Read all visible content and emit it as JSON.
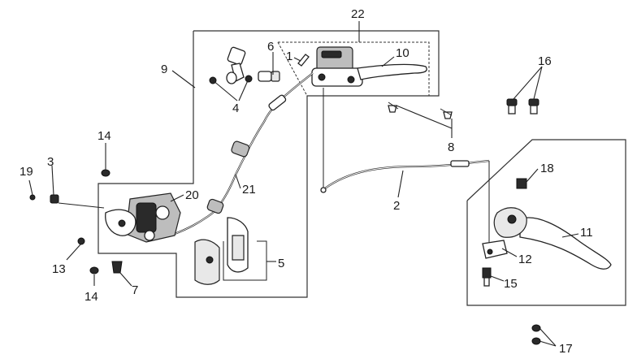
{
  "callouts": [
    {
      "id": "c1",
      "text": "1"
    },
    {
      "id": "c2",
      "text": "2"
    },
    {
      "id": "c3",
      "text": "3"
    },
    {
      "id": "c4",
      "text": "4"
    },
    {
      "id": "c5",
      "text": "5"
    },
    {
      "id": "c6",
      "text": "6"
    },
    {
      "id": "c7",
      "text": "7"
    },
    {
      "id": "c8",
      "text": "8"
    },
    {
      "id": "c9",
      "text": "9"
    },
    {
      "id": "c10",
      "text": "10"
    },
    {
      "id": "c11",
      "text": "11"
    },
    {
      "id": "c12",
      "text": "12"
    },
    {
      "id": "c13",
      "text": "13"
    },
    {
      "id": "c14a",
      "text": "14"
    },
    {
      "id": "c14b",
      "text": "14"
    },
    {
      "id": "c15",
      "text": "15"
    },
    {
      "id": "c16",
      "text": "16"
    },
    {
      "id": "c17",
      "text": "17"
    },
    {
      "id": "c18",
      "text": "18"
    },
    {
      "id": "c19",
      "text": "19"
    },
    {
      "id": "c20",
      "text": "20"
    },
    {
      "id": "c21",
      "text": "21"
    },
    {
      "id": "c22",
      "text": "22"
    }
  ],
  "colors": {
    "line": "#222222",
    "background": "#ffffff"
  }
}
